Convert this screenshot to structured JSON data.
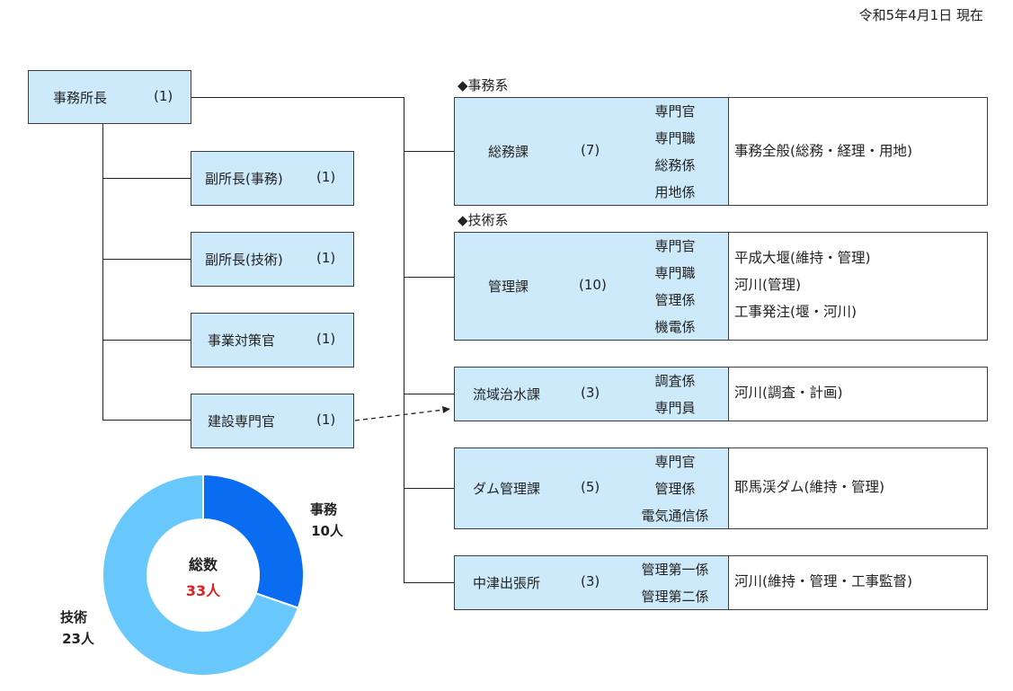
{
  "date": "令和5年4月1日 現在",
  "director": {
    "name": "事務所長",
    "count": "(1)"
  },
  "deputies": [
    {
      "name": "副所長(事務)",
      "count": "(1)"
    },
    {
      "name": "副所長(技術)",
      "count": "(1)"
    },
    {
      "name": "事業対策官",
      "count": "(1)"
    },
    {
      "name": "建設専門官",
      "count": "(1)"
    }
  ],
  "sections": {
    "jimu": "◆事務系",
    "gijutsu": "◆技術系"
  },
  "divisions": [
    {
      "name": "総務課",
      "count": "(7)",
      "staff": [
        "専門官",
        "専門職",
        "総務係",
        "用地係"
      ],
      "duties": [
        "事務全般(総務・経理・用地)"
      ]
    },
    {
      "name": "管理課",
      "count": "(10)",
      "staff": [
        "専門官",
        "専門職",
        "管理係",
        "機電係"
      ],
      "duties": [
        "平成大堰(維持・管理)",
        "河川(管理)",
        "工事発注(堰・河川)"
      ]
    },
    {
      "name": "流域治水課",
      "count": "(3)",
      "staff": [
        "調査係",
        "専門員"
      ],
      "duties": [
        "河川(調査・計画)"
      ]
    },
    {
      "name": "ダム管理課",
      "count": "(5)",
      "staff": [
        "専門官",
        "管理係",
        "電気通信係"
      ],
      "duties": [
        "耶馬渓ダム(維持・管理)"
      ]
    },
    {
      "name": "中津出張所",
      "count": "(3)",
      "staff": [
        "管理第一係",
        "管理第二係"
      ],
      "duties": [
        "河川(維持・管理・工事監督)"
      ]
    }
  ],
  "chart_data": {
    "type": "pie",
    "center_label": "総数",
    "center_value": "33人",
    "series": [
      {
        "name": "事務",
        "value": 10,
        "label": "10人",
        "color": "#0a6cf0"
      },
      {
        "name": "技術",
        "value": 23,
        "label": "23人",
        "color": "#69c8fb"
      }
    ]
  }
}
